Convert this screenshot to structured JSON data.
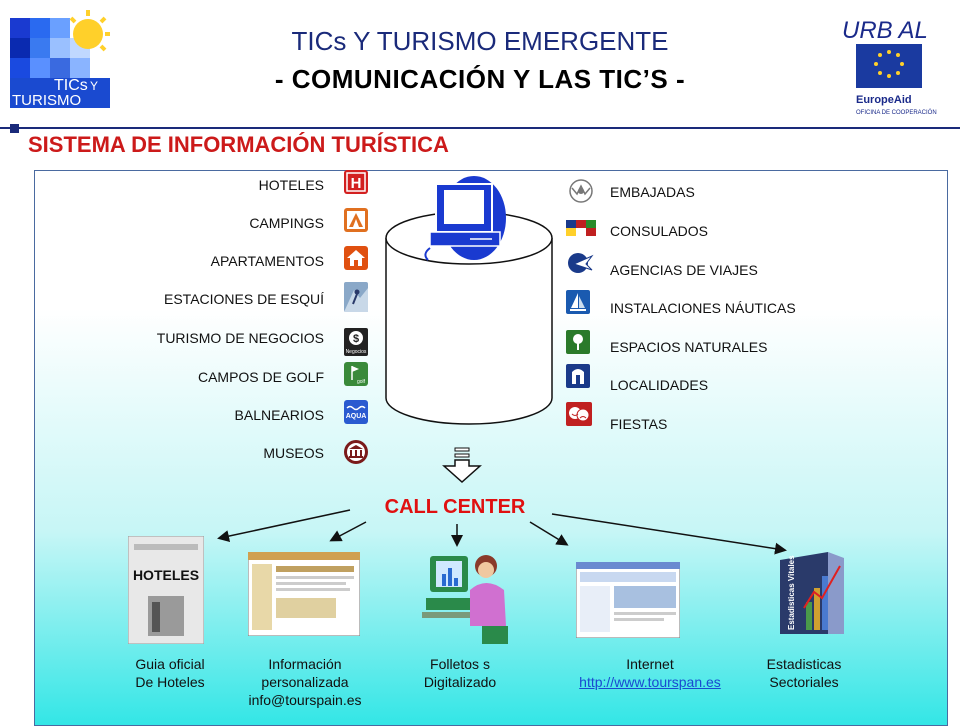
{
  "header": {
    "title": "TICs Y TURISMO EMERGENTE",
    "subtitle": "- COMUNICACIÓN Y LAS TIC’S -",
    "logo_line1": "TICs",
    "logo_line2": "Y",
    "logo_line3": "TURISMO",
    "urbal_logo": "URB AL",
    "europeaid_title": "EuropeAid",
    "europeaid_sub": "OFICINA DE COOPERACIÓN"
  },
  "section": {
    "title": "SISTEMA DE INFORMACIÓN TURÍSTICA"
  },
  "left_items": [
    {
      "label": "HOTELES",
      "icon": "hotel-icon",
      "glyph": "H",
      "color": "#d32020"
    },
    {
      "label": "CAMPINGS",
      "icon": "camping-icon",
      "glyph": "Λ",
      "color": "#e07020"
    },
    {
      "label": "APARTAMENTOS",
      "icon": "apartment-icon",
      "glyph": "⌂",
      "color": "#e05010"
    },
    {
      "label": "ESTACIONES DE ESQUÍ",
      "icon": "ski-icon",
      "glyph": "⛷",
      "color": "#6a8ab0"
    },
    {
      "label": "TURISMO DE NEGOCIOS",
      "icon": "business-icon",
      "glyph": "$",
      "color": "#222222"
    },
    {
      "label": "CAMPOS DE GOLF",
      "icon": "golf-icon",
      "glyph": "⛳",
      "color": "#3a8a3a"
    },
    {
      "label": "BALNEARIOS",
      "icon": "spa-icon",
      "glyph": "AQUA",
      "color": "#2a5ad0"
    },
    {
      "label": "MUSEOS",
      "icon": "museum-icon",
      "glyph": "⌂",
      "color": "#7a1a1a"
    }
  ],
  "icon_small_texts": {
    "business": "Negocios",
    "golf": "golf"
  },
  "right_items": [
    {
      "label": "EMBAJADAS",
      "icon": "embassy-icon",
      "glyph": "✦",
      "color": "#888888"
    },
    {
      "label": "CONSULADOS",
      "icon": "consulate-flags-icon",
      "glyph": "⚑",
      "color": "#c02020"
    },
    {
      "label": "AGENCIAS DE VIAJES",
      "icon": "travel-agency-icon",
      "glyph": "✈",
      "color": "#1a3a8a"
    },
    {
      "label": "INSTALACIONES NÁUTICAS",
      "icon": "nautical-icon",
      "glyph": "⛵",
      "color": "#1a5ab0"
    },
    {
      "label": "ESPACIOS NATURALES",
      "icon": "nature-icon",
      "glyph": "♣",
      "color": "#2a7a2a"
    },
    {
      "label": "LOCALIDADES",
      "icon": "locality-icon",
      "glyph": "∩",
      "color": "#1a3a8a"
    },
    {
      "label": "FIESTAS",
      "icon": "festival-icon",
      "glyph": "☺",
      "color": "#c02020"
    }
  ],
  "call_center": "CALL CENTER",
  "outputs": [
    {
      "line1": "Guia oficial",
      "line2": "De Hoteles",
      "line3": ""
    },
    {
      "line1": "Información",
      "line2": "personalizada",
      "line3": "info@tourspain.es"
    },
    {
      "line1": "Folletos s",
      "line2": "Digitalizado",
      "line3": ""
    },
    {
      "line1": "Internet",
      "line2": "http://www.tourspan.es",
      "line3": ""
    },
    {
      "line1": "Estadisticas",
      "line2": "Sectoriales",
      "line3": ""
    }
  ],
  "guide_cover_text": "HOTELES",
  "stats_book_text": "Estadisticas Vitales",
  "colors": {
    "accent_red": "#cc1a1a",
    "title_blue": "#1a2a7a",
    "call_red": "#e01010",
    "panel_cyan": "#33e6e6"
  }
}
